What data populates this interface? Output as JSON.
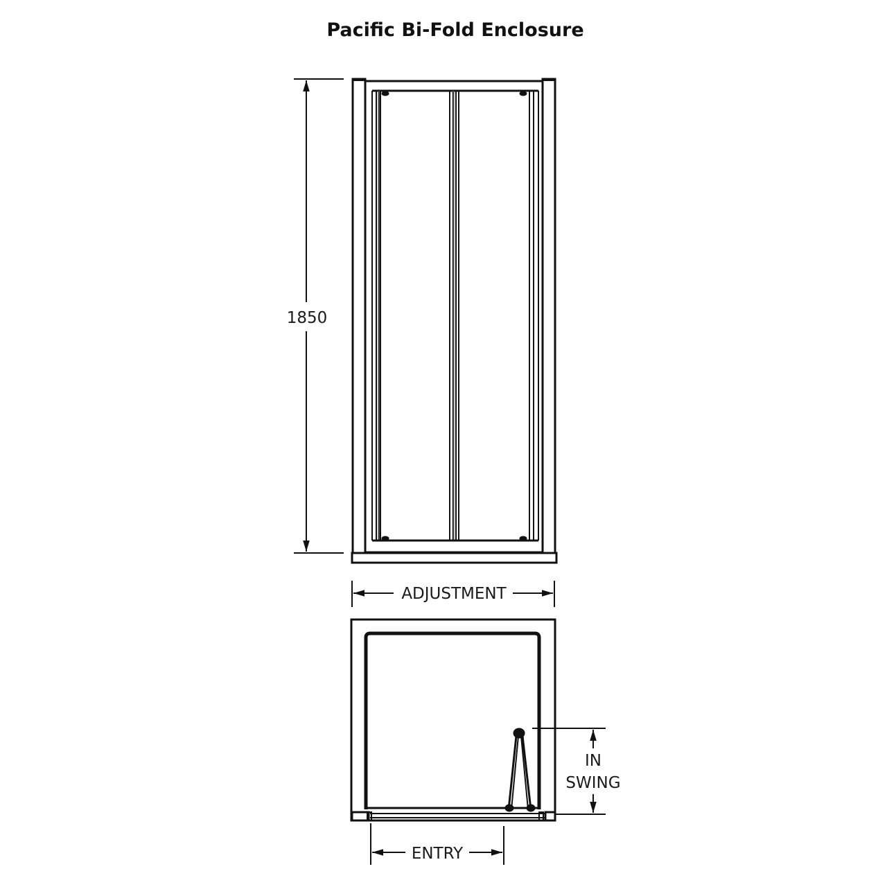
{
  "title": "Pacific Bi-Fold Enclosure",
  "views": {
    "front_elevation": {
      "height_dimension": "1850",
      "width_dimension_label": "ADJUSTMENT"
    },
    "plan_view": {
      "entry_label": "ENTRY",
      "in_swing_label_line1": "IN",
      "in_swing_label_line2": "SWING"
    }
  },
  "colors": {
    "line": "#111111",
    "background": "#ffffff"
  }
}
